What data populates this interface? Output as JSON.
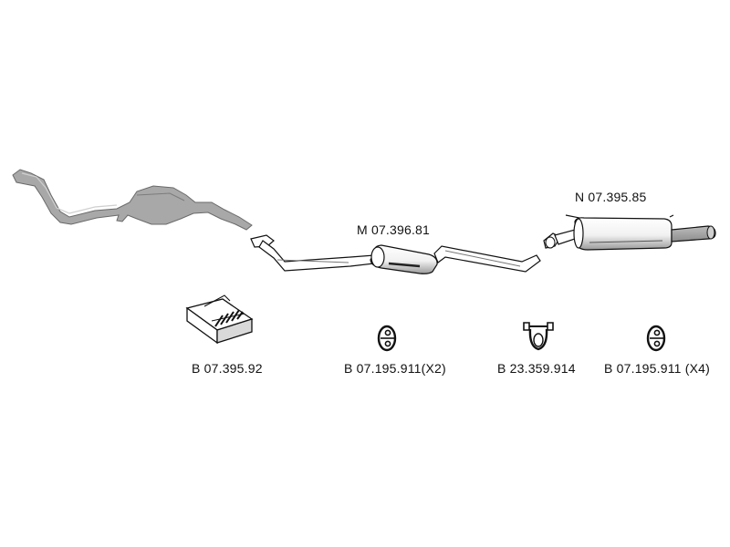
{
  "parts": {
    "middle_silencer": {
      "code": "M 07.396.81"
    },
    "rear_silencer": {
      "code": "N 07.395.85"
    }
  },
  "accessories": [
    {
      "code": "B 07.395.92",
      "icon": "mounting-kit-box-icon"
    },
    {
      "code": "B 07.195.911(X2)",
      "icon": "rubber-hanger-ring-icon"
    },
    {
      "code": "B 23.359.914",
      "icon": "pipe-clamp-icon"
    },
    {
      "code": "B 07.195.911 (X4)",
      "icon": "rubber-hanger-ring-icon"
    }
  ],
  "colors": {
    "line": "#111111",
    "part_fill": "#ffffff",
    "front_pipe_fill": "#a6a6a6"
  }
}
